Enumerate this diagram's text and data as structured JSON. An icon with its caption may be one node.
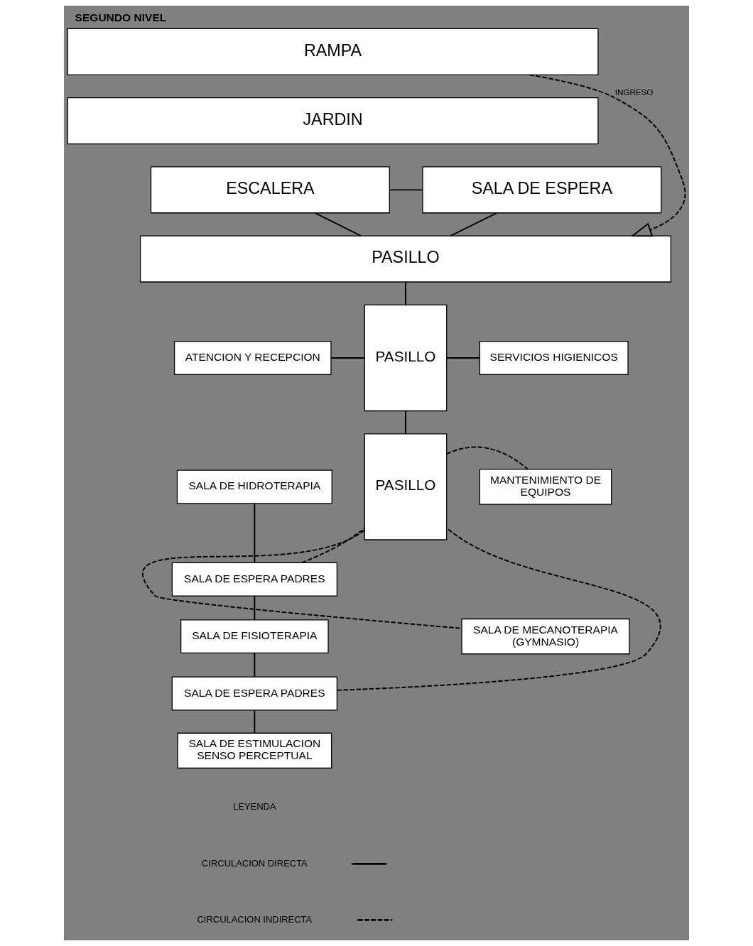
{
  "diagram": {
    "title": "SEGUNDO NIVEL",
    "nodes": [
      {
        "text": [
          "RAMPA"
        ]
      },
      {
        "text": [
          "JARDIN"
        ]
      },
      {
        "text": [
          "ESCALERA"
        ]
      },
      {
        "text": [
          "SALA DE ESPERA"
        ]
      },
      {
        "text": [
          "PASILLO"
        ]
      },
      {
        "text": [
          "PASILLO"
        ]
      },
      {
        "text": [
          "ATENCION Y RECEPCION"
        ]
      },
      {
        "text": [
          "SERVICIOS HIGIENICOS"
        ]
      },
      {
        "text": [
          "SALA DE HIDROTERAPIA"
        ]
      },
      {
        "text": [
          "PASILLO"
        ]
      },
      {
        "text": [
          "MANTENIMIENTO DE EQUIPOS"
        ]
      },
      {
        "text": [
          "SALA DE ESPERA PADRES"
        ]
      },
      {
        "text": [
          "SALA DE FISIOTERAPIA"
        ]
      },
      {
        "text": [
          "SALA DE MECANOTERAPIA (GYMNASIO)"
        ]
      },
      {
        "text": [
          "SALA DE ESPERA PADRES"
        ]
      },
      {
        "text": [
          "SALA DE ESTIMULACION SENSO PERCEPTUAL"
        ]
      }
    ],
    "edges": [
      {
        "from": 0,
        "to": 4,
        "arrow": "to",
        "style": "dashed",
        "label": "INGRESO"
      },
      {
        "from": 2,
        "to": 3,
        "arrow": "none"
      },
      {
        "from": 2,
        "to": 4,
        "arrow": "none"
      },
      {
        "from": 3,
        "to": 4,
        "arrow": "none"
      },
      {
        "from": 4,
        "to": 5,
        "arrow": "none"
      },
      {
        "from": 6,
        "to": 5,
        "arrow": "none"
      },
      {
        "from": 5,
        "to": 7,
        "arrow": "none"
      },
      {
        "from": 5,
        "to": 9,
        "arrow": "none"
      },
      {
        "from": 9,
        "to": 10,
        "arrow": "none",
        "style": "dashed"
      },
      {
        "from": 11,
        "to": 9,
        "arrow": "none",
        "style": "dashed"
      },
      {
        "from": 14,
        "to": 9,
        "arrow": "none",
        "style": "dashed"
      },
      {
        "from": 9,
        "to": 13,
        "arrow": "none",
        "style": "dashed"
      },
      {
        "from": 8,
        "to": 11,
        "arrow": "none"
      },
      {
        "from": 11,
        "to": 12,
        "arrow": "none"
      },
      {
        "from": 12,
        "to": 14,
        "arrow": "none"
      },
      {
        "from": 14,
        "to": 15,
        "arrow": "none"
      }
    ],
    "labels": [
      "LEYENDA"
    ],
    "legend": [
      {
        "text": "CIRCULACION DIRECTA"
      },
      {
        "text": "CIRCULACION INDIRECTA"
      }
    ]
  }
}
